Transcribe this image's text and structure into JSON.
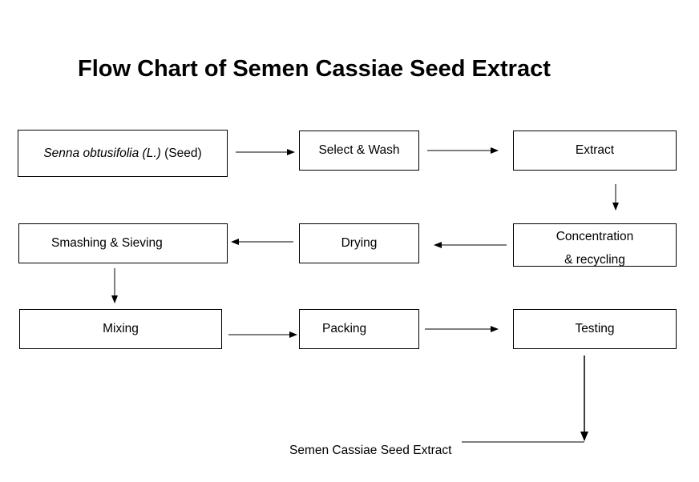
{
  "title": "Flow Chart of Semen Cassiae Seed Extract",
  "nodes": {
    "source": {
      "italic": "Senna obtusifolia (L.)",
      "rest": " (Seed)"
    },
    "select_wash": "Select & Wash",
    "extract": "Extract",
    "concentration": {
      "line1": "Concentration",
      "line2": "& recycling"
    },
    "drying": "Drying",
    "smashing": "Smashing & Sieving",
    "mixing": "Mixing",
    "packing": "Packing",
    "testing": "Testing"
  },
  "final_product": "Semen Cassiae Seed Extract"
}
